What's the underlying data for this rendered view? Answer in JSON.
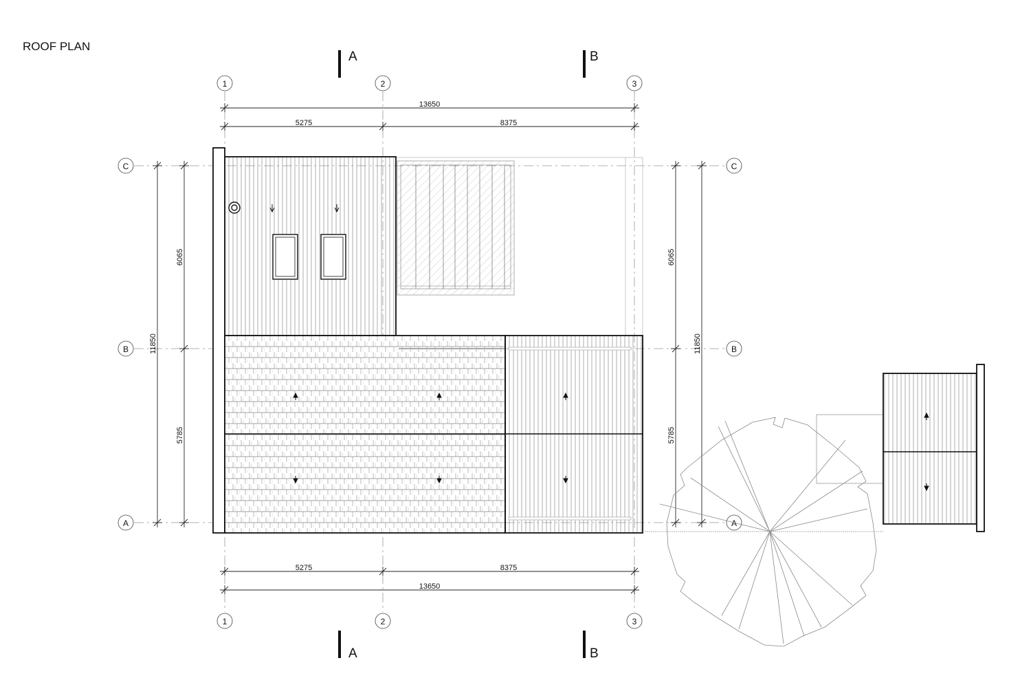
{
  "title": "ROOF PLAN",
  "grid_columns": [
    "1",
    "2",
    "3"
  ],
  "grid_rows": [
    "C",
    "B",
    "A"
  ],
  "section_markers": [
    "A",
    "B"
  ],
  "dimensions": {
    "overall_width": "13650",
    "bay_1_2": "5275",
    "bay_2_3": "8375",
    "overall_depth": "11850",
    "bay_c_b": "6065",
    "bay_b_a": "5785"
  }
}
